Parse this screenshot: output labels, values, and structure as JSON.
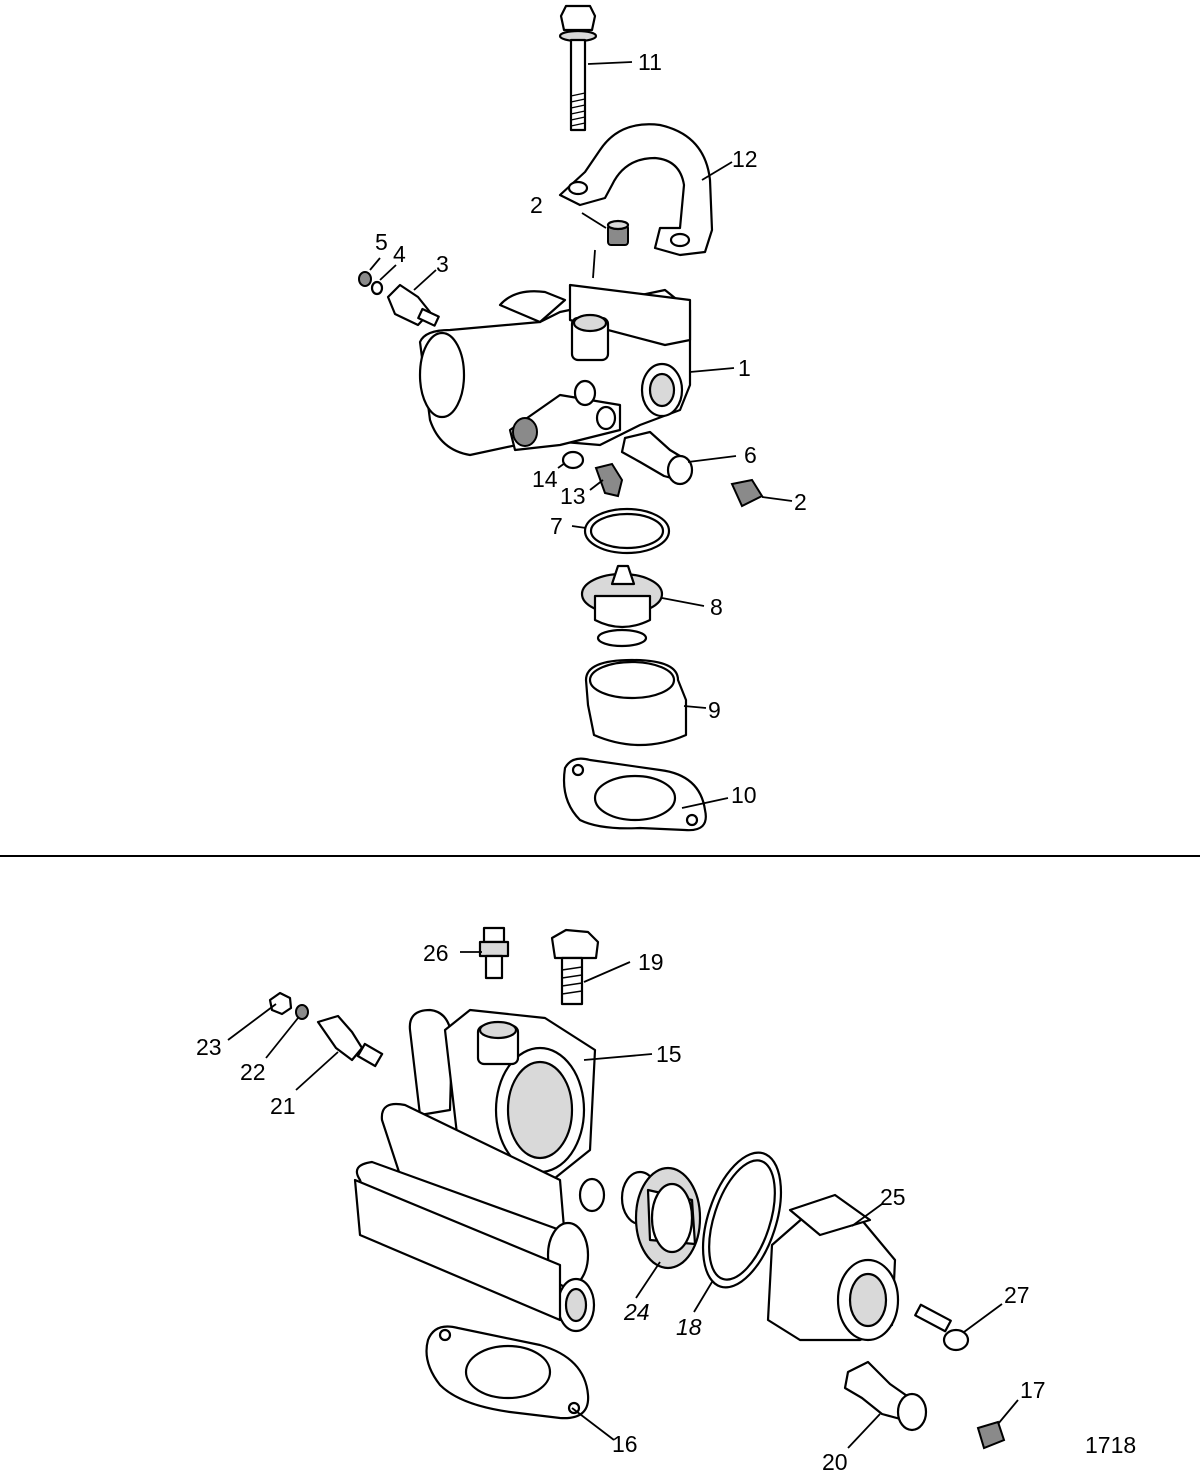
{
  "figure_number": "1718",
  "callouts": {
    "c1": "1",
    "c2a": "2",
    "c2b": "2",
    "c3": "3",
    "c4": "4",
    "c5": "5",
    "c6": "6",
    "c7": "7",
    "c8": "8",
    "c9": "9",
    "c10": "10",
    "c11": "11",
    "c12": "12",
    "c13": "13",
    "c14": "14",
    "c15": "15",
    "c16": "16",
    "c17": "17",
    "c18": "18",
    "c19": "19",
    "c20": "20",
    "c21": "21",
    "c22": "22",
    "c23": "23",
    "c24": "24",
    "c25": "25",
    "c26": "26",
    "c27": "27"
  }
}
